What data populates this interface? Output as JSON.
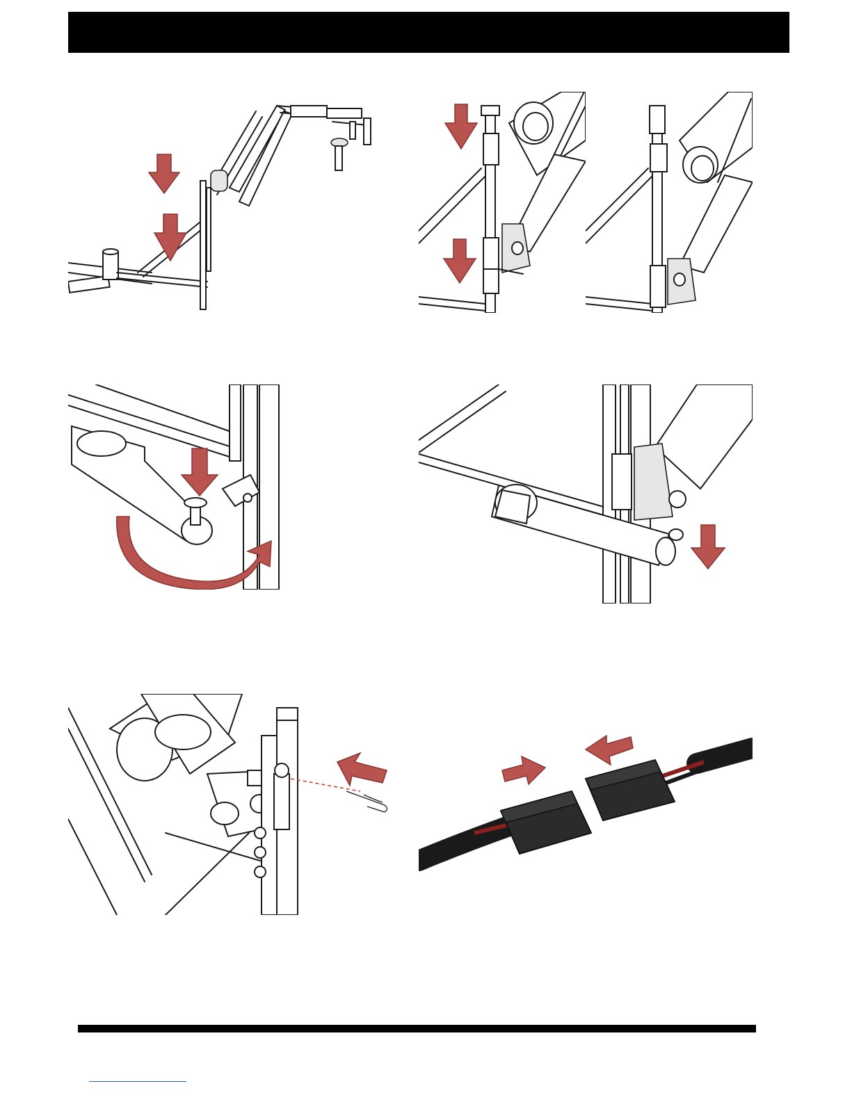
{
  "header": {
    "title": ""
  },
  "colors": {
    "header_bar": "#000000",
    "arrow": "#b8534f",
    "cable": "#1a1a1a",
    "wire": "#8a1f1f"
  },
  "figures": [
    {
      "id": "fig-1",
      "subject": "lift-arm-mounted-on-column",
      "arrows": [
        "down",
        "down"
      ]
    },
    {
      "id": "fig-2",
      "subject": "column-hinge-closeup-before",
      "arrows": [
        "down",
        "down"
      ]
    },
    {
      "id": "fig-3",
      "subject": "column-hinge-closeup-after",
      "arrows": []
    },
    {
      "id": "fig-4",
      "subject": "actuator-pin-rotate",
      "arrows": [
        "down",
        "rotate"
      ]
    },
    {
      "id": "fig-5",
      "subject": "actuator-pin-seated",
      "arrows": [
        "down"
      ]
    },
    {
      "id": "fig-6",
      "subject": "hinge-pin-insert",
      "arrows": [
        "left"
      ]
    },
    {
      "id": "fig-7",
      "subject": "cable-connector-join",
      "arrows": [
        "right",
        "left"
      ]
    }
  ]
}
